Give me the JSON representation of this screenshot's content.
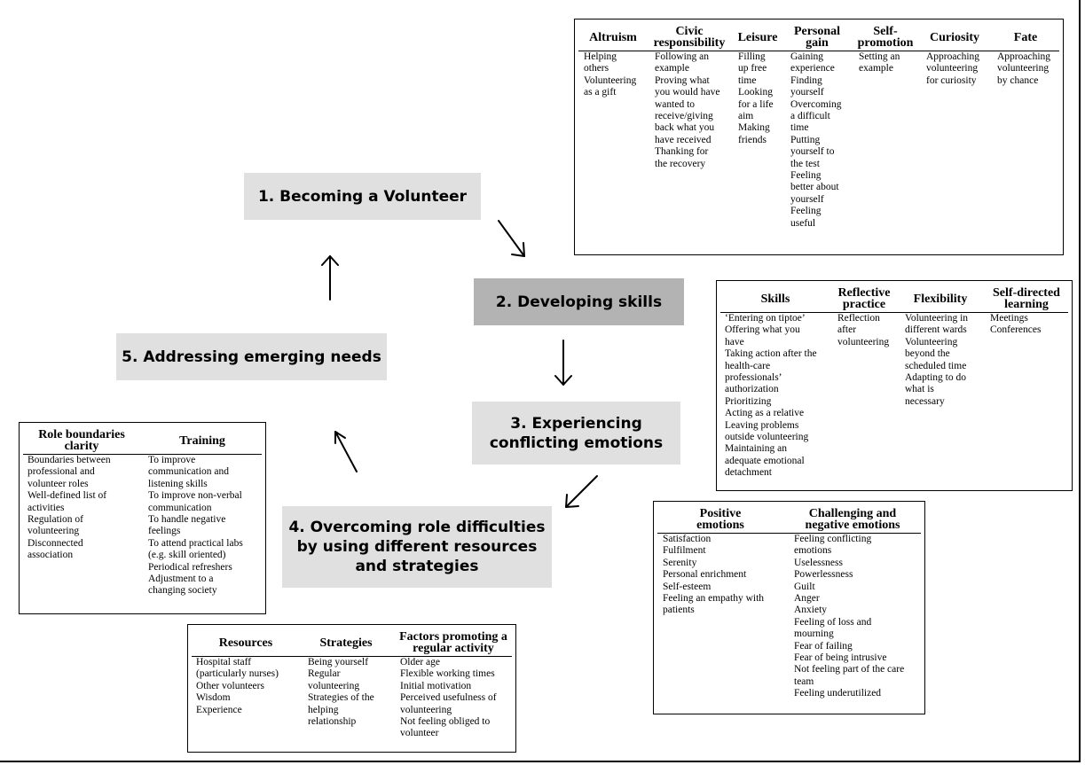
{
  "stages": {
    "s1": "1. Becoming a Volunteer",
    "s2": "2. Developing skills",
    "s3": "3. Experiencing\nconflicting emotions",
    "s4": "4. Overcoming role difficulties\nby using different resources\nand strategies",
    "s5": "5. Addressing emerging needs"
  },
  "motivations": {
    "headers": [
      "Altruism",
      "Civic\nresponsibility",
      "Leisure",
      "Personal\ngain",
      "Self-\npromotion",
      "Curiosity",
      "Fate"
    ],
    "columns": [
      [
        "Helping\nothers",
        "Volunteering\nas a gift"
      ],
      [
        "Following an\nexample",
        "Proving what\nyou would have\nwanted to\nreceive/giving\nback what you\nhave received",
        "Thanking for\nthe recovery"
      ],
      [
        "Filling\nup free\ntime",
        "Looking\nfor a life\naim",
        "Making\nfriends"
      ],
      [
        "Gaining\nexperience",
        "Finding\nyourself",
        "Overcoming\na difficult\ntime",
        "Putting\nyourself to\nthe test",
        "Feeling\nbetter about\nyourself",
        "Feeling\nuseful"
      ],
      [
        "Setting an\nexample"
      ],
      [
        "Approaching\nvolunteering\nfor curiosity"
      ],
      [
        "Approaching\nvolunteering\nby chance"
      ]
    ]
  },
  "skills": {
    "headers": [
      "Skills",
      "Reflective\npractice",
      "Flexibility",
      "Self-directed\nlearning"
    ],
    "columns": [
      [
        "‘Entering on tiptoe’",
        "Offering what you\nhave",
        "Taking action after the\nhealth-care\nprofessionals’\nauthorization",
        "Prioritizing",
        "Acting as a relative",
        "Leaving problems\noutside volunteering",
        "Maintaining an\nadequate emotional\ndetachment"
      ],
      [
        "Reflection\nafter\nvolunteering"
      ],
      [
        "Volunteering in\ndifferent wards",
        "Volunteering\nbeyond the\nscheduled time",
        "Adapting to do\nwhat is\nnecessary"
      ],
      [
        "Meetings",
        "Conferences"
      ]
    ]
  },
  "emotions": {
    "headers": [
      "Positive\nemotions",
      "Challenging and\nnegative emotions"
    ],
    "columns": [
      [
        "Satisfaction",
        "Fulfilment",
        "Serenity",
        "Personal enrichment",
        "Self-esteem",
        "Feeling an empathy with\npatients"
      ],
      [
        "Feeling conflicting\nemotions",
        "Uselessness",
        "Powerlessness",
        "Guilt",
        "Anger",
        "Anxiety",
        "Feeling of loss and\nmourning",
        "Fear of failing",
        "Fear of being intrusive",
        "Not feeling part of the care\nteam",
        "Feeling underutilized"
      ]
    ]
  },
  "needs": {
    "headers": [
      "Role boundaries\nclarity",
      "Training"
    ],
    "columns": [
      [
        "Boundaries between\nprofessional and\nvolunteer roles",
        "Well-defined list of\nactivities",
        "Regulation of\nvolunteering",
        "Disconnected\nassociation"
      ],
      [
        "To improve\ncommunication and\nlistening skills",
        "To improve non-verbal\ncommunication",
        "To handle negative\nfeelings",
        "To attend practical labs\n(e.g. skill oriented)",
        "Periodical refreshers",
        "Adjustment to a\nchanging society"
      ]
    ]
  },
  "resources": {
    "headers": [
      "Resources",
      "Strategies",
      "Factors promoting a\nregular activity"
    ],
    "columns": [
      [
        "Hospital staff\n(particularly nurses)",
        "Other volunteers",
        "Wisdom",
        "Experience"
      ],
      [
        "Being yourself",
        "Regular\nvolunteering",
        "Strategies of the\nhelping\nrelationship"
      ],
      [
        "Older age",
        "Flexible working times",
        "Initial motivation",
        "Perceived usefulness of\nvolunteering",
        "Not feeling obliged to\nvolunteer"
      ]
    ]
  }
}
